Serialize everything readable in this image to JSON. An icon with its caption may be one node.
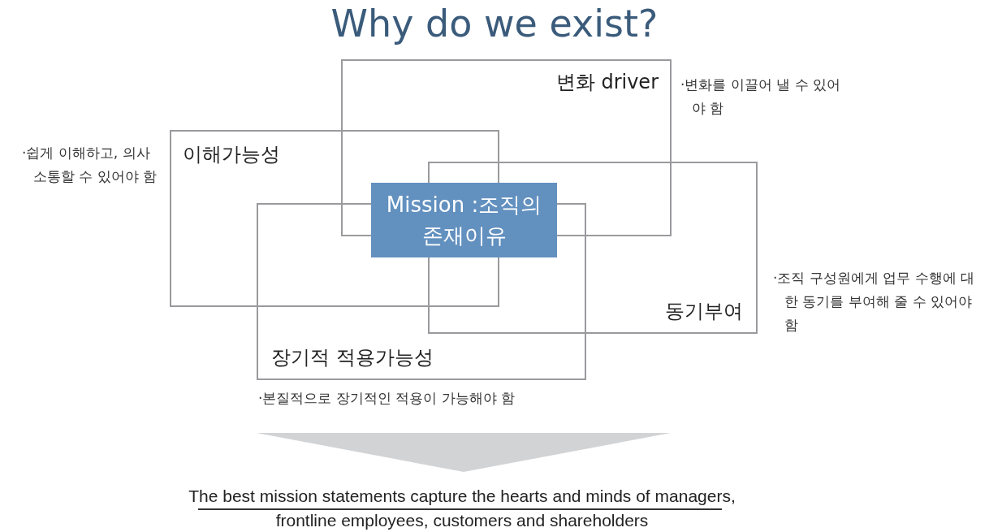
{
  "diagram": {
    "title": "Why do we exist?",
    "nodes": [
      {
        "text": [
          "변화 driver"
        ],
        "beside": [
          "·변화를 이끌어 낼 수 있어야 함"
        ]
      },
      {
        "text": [
          "이해가능성"
        ],
        "beside": [
          "·쉽게 이해하고, 의사소통할 수 있어야 함"
        ]
      },
      {
        "text": [
          "동기부여"
        ],
        "beside": [
          "·조직 구성원에게 업무 수행에 대한 동기를 부여해 줄 수 있어야 함"
        ]
      },
      {
        "text": [
          "장기적 적용가능성"
        ],
        "beside": [
          "·본질적으로 장기적인 적용이 가능해야 함"
        ]
      },
      {
        "text": [
          "Mission :조직의 존재이유"
        ]
      },
      {
        "text": [
          "The best mission statements capture the hearts and minds of managers, frontline employees, customers and shareholders"
        ]
      }
    ],
    "edges": [
      {
        "from": null,
        "to": 5,
        "arrow": "to"
      }
    ]
  }
}
